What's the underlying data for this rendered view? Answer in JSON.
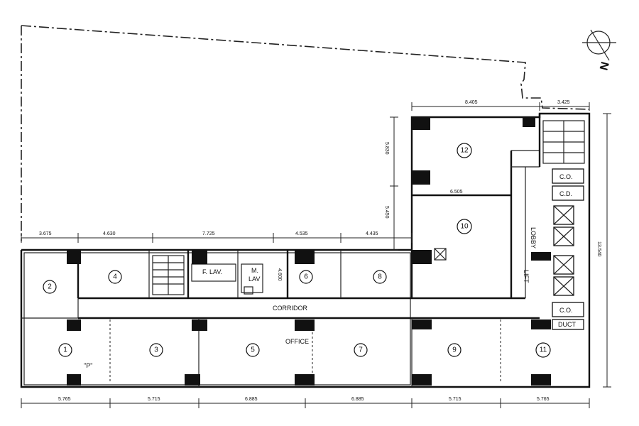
{
  "labels": {
    "corridor": "CORRIDOR",
    "office": "OFFICE",
    "lobby": "LOBBY",
    "lift": "LIFT",
    "f_lav_1": "F.",
    "f_lav_2": "LAV.",
    "m_lav_1": "M.",
    "m_lav_2": "LAV",
    "duct": "DUCT",
    "co": "C.O.",
    "co_d": "C.D.",
    "north": "N",
    "p_mark": "\"P\""
  },
  "rooms": {
    "r1": "1",
    "r2": "2",
    "r3": "3",
    "r4": "4",
    "r5": "5",
    "r6": "6",
    "r7": "7",
    "r8": "8",
    "r9": "9",
    "r10": "10",
    "r11": "11",
    "r12": "12"
  },
  "dimensions": {
    "top": [
      "3.675",
      "4.630",
      "7.725",
      "4.535",
      "4.435"
    ],
    "bottom": [
      "5.765",
      "5.715",
      "6.885",
      "6.885",
      "5.715",
      "5.765"
    ],
    "right_top": [
      "8.405",
      "3.425"
    ],
    "right_side": "13.540",
    "left_stack": [
      "5.830",
      "5.450"
    ],
    "inner_6505": "6.505",
    "inner_4600": "4.600"
  }
}
